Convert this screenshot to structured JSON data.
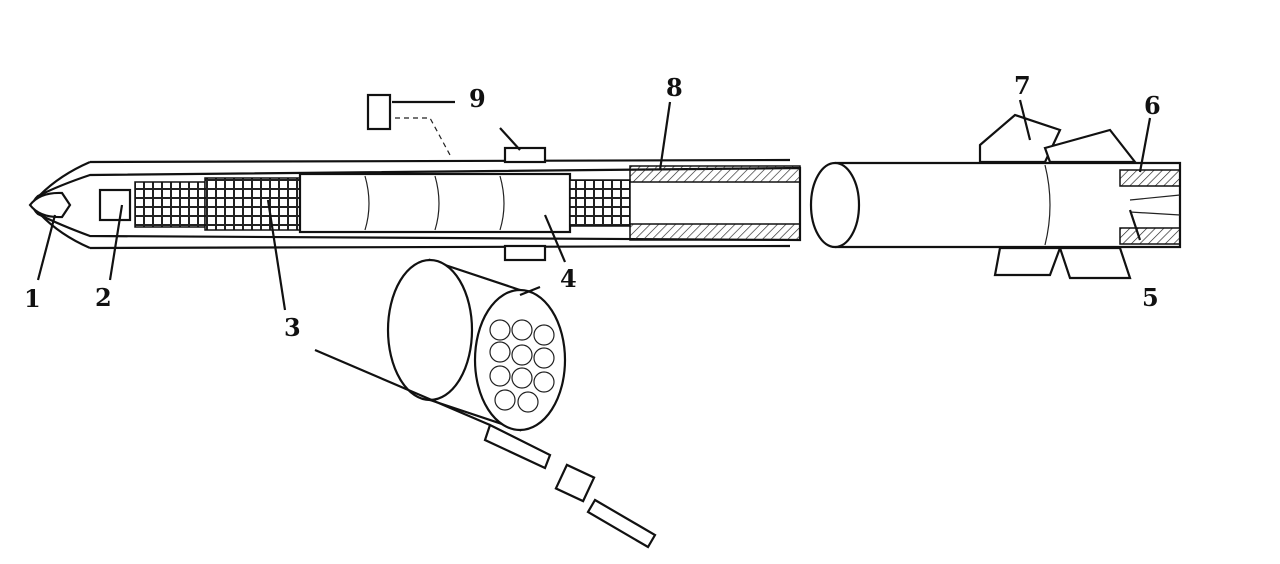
{
  "figure": {
    "labels": [
      "1",
      "2",
      "3",
      "4",
      "5",
      "6",
      "7",
      "8",
      "9"
    ],
    "colors": {
      "ink": "#111111",
      "background": "#ffffff"
    }
  }
}
